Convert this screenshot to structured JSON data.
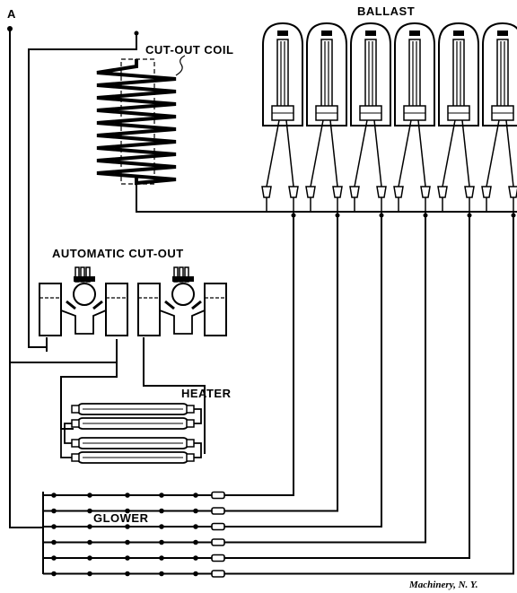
{
  "labels": {
    "terminal_a": "A",
    "ballast": "BALLAST",
    "cut_out_coil": "CUT-OUT COIL",
    "automatic_cut_out": "AUTOMATIC CUT-OUT",
    "heater": "HEATER",
    "glower": "GLOWER",
    "credit": "Machinery, N. Y."
  },
  "counts": {
    "ballast_tubes": 6,
    "glower_lines": 6,
    "heater_tubes": 4
  }
}
